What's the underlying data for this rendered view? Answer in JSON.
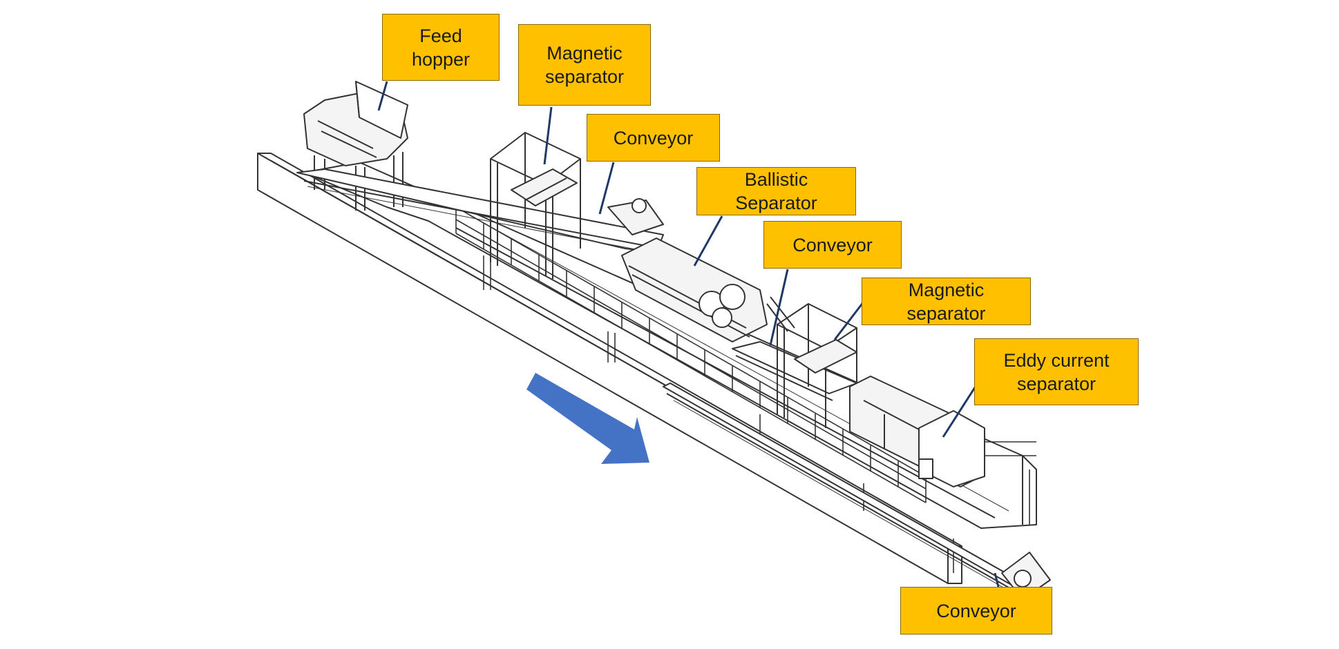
{
  "labels": {
    "feed_hopper": "Feed\nhopper",
    "magnetic_separator_1": "Magnetic\nseparator",
    "conveyor_1": "Conveyor",
    "ballistic_separator": "Ballistic\nSeparator",
    "conveyor_2": "Conveyor",
    "magnetic_separator_2": "Magnetic\nseparator",
    "eddy_current_separator": "Eddy current\nseparator",
    "conveyor_3": "Conveyor"
  },
  "colors": {
    "label_fill": "#FFC000",
    "leader_line": "#1F3864",
    "flow_arrow": "#4472C4",
    "line_art": "#333333"
  },
  "icons": {
    "flow_direction": "arrow-down-right-icon"
  }
}
